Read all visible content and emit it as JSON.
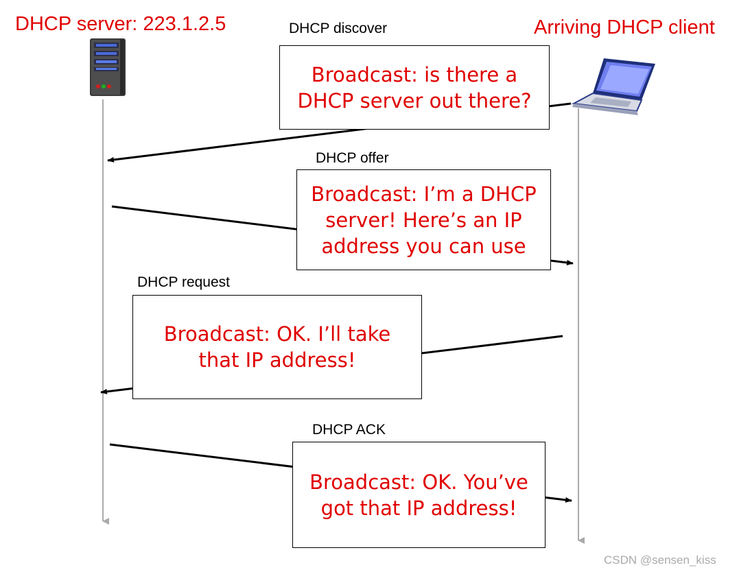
{
  "server": {
    "label": "DHCP server: 223.1.2.5"
  },
  "client": {
    "label": "Arriving DHCP client"
  },
  "messages": [
    {
      "name": "DHCP discover",
      "text": "Broadcast: is there a\nDHCP server out there?",
      "direction": "client-to-server"
    },
    {
      "name": "DHCP offer",
      "text": "Broadcast: I’m a DHCP\nserver! Here’s an IP\naddress you can use",
      "direction": "server-to-client"
    },
    {
      "name": "DHCP request",
      "text": "Broadcast: OK.  I’ll take\nthat IP address!",
      "direction": "client-to-server"
    },
    {
      "name": "DHCP ACK",
      "text": "Broadcast: OK.  You’ve\ngot that IP address!",
      "direction": "server-to-client"
    }
  ],
  "watermark": "CSDN @sensen_kiss",
  "colors": {
    "highlight": "#e00000",
    "timeline": "#aaaaaa",
    "arrow": "#000000"
  },
  "icons": {
    "server": "server-tower-icon",
    "client": "laptop-icon"
  }
}
